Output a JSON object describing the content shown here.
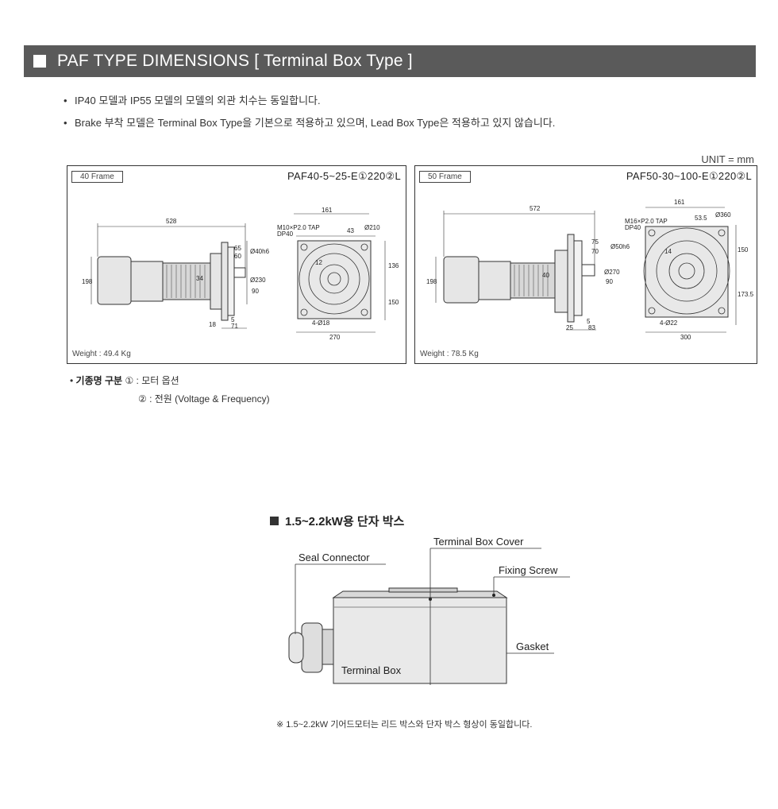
{
  "header": {
    "title": "PAF TYPE DIMENSIONS [  Terminal Box Type ]"
  },
  "notes": [
    "IP40 모델과 IP55 모델의 모델의 외관 치수는 동일합니다.",
    "Brake 부착 모델은 Terminal Box Type을 기본으로 적용하고 있으며, Lead Box Type은 적용하고 있지 않습니다."
  ],
  "unit": "UNIT = mm",
  "panels": [
    {
      "frame": "40 Frame",
      "model": "PAF40-5~25-E①220②L",
      "weight": "Weight : 49.4 Kg",
      "dims": {
        "length": "528",
        "d161": "161",
        "d43": "43",
        "d210": "Ø210",
        "d198": "198",
        "d34": "34",
        "d65": "65",
        "d60": "60",
        "shaft": "Ø40h6",
        "pilot": "Ø230",
        "d90": "90",
        "d136": "136",
        "d150": "150",
        "holes": "4-Ø18",
        "d270": "270",
        "d18": "18",
        "d5": "5",
        "d71": "71",
        "tap": "M10×P2.0 TAP",
        "dp": "DP40",
        "d12": "12"
      }
    },
    {
      "frame": "50 Frame",
      "model": "PAF50-30~100-E①220②L",
      "weight": "Weight : 78.5 Kg",
      "dims": {
        "length": "572",
        "d161": "161",
        "d53": "53.5",
        "d360": "Ø360",
        "d198": "198",
        "d40": "40",
        "d75": "75",
        "d70": "70",
        "shaft": "Ø50h6",
        "pilot": "Ø270",
        "d90": "90",
        "d150": "150",
        "d173": "173.5",
        "holes": "4-Ø22",
        "d300": "300",
        "d25": "25",
        "d5": "5",
        "d83": "83",
        "tap": "M16×P2.0 TAP",
        "dp": "DP40",
        "d14": "14"
      }
    }
  ],
  "legend": {
    "label": "기종명 구분",
    "item1": "① : 모터 옵션",
    "item2": "② : 전원 (Voltage & Frequency)"
  },
  "terminal_box": {
    "title": "1.5~2.2kW용 단자 박스",
    "labels": {
      "cover": "Terminal Box Cover",
      "seal": "Seal Connector",
      "screw": "Fixing Screw",
      "gasket": "Gasket",
      "box": "Terminal Box"
    },
    "footnote": "※ 1.5~2.2kW 기어드모터는 리드 박스와 단자 박스 형상이 동일합니다."
  }
}
